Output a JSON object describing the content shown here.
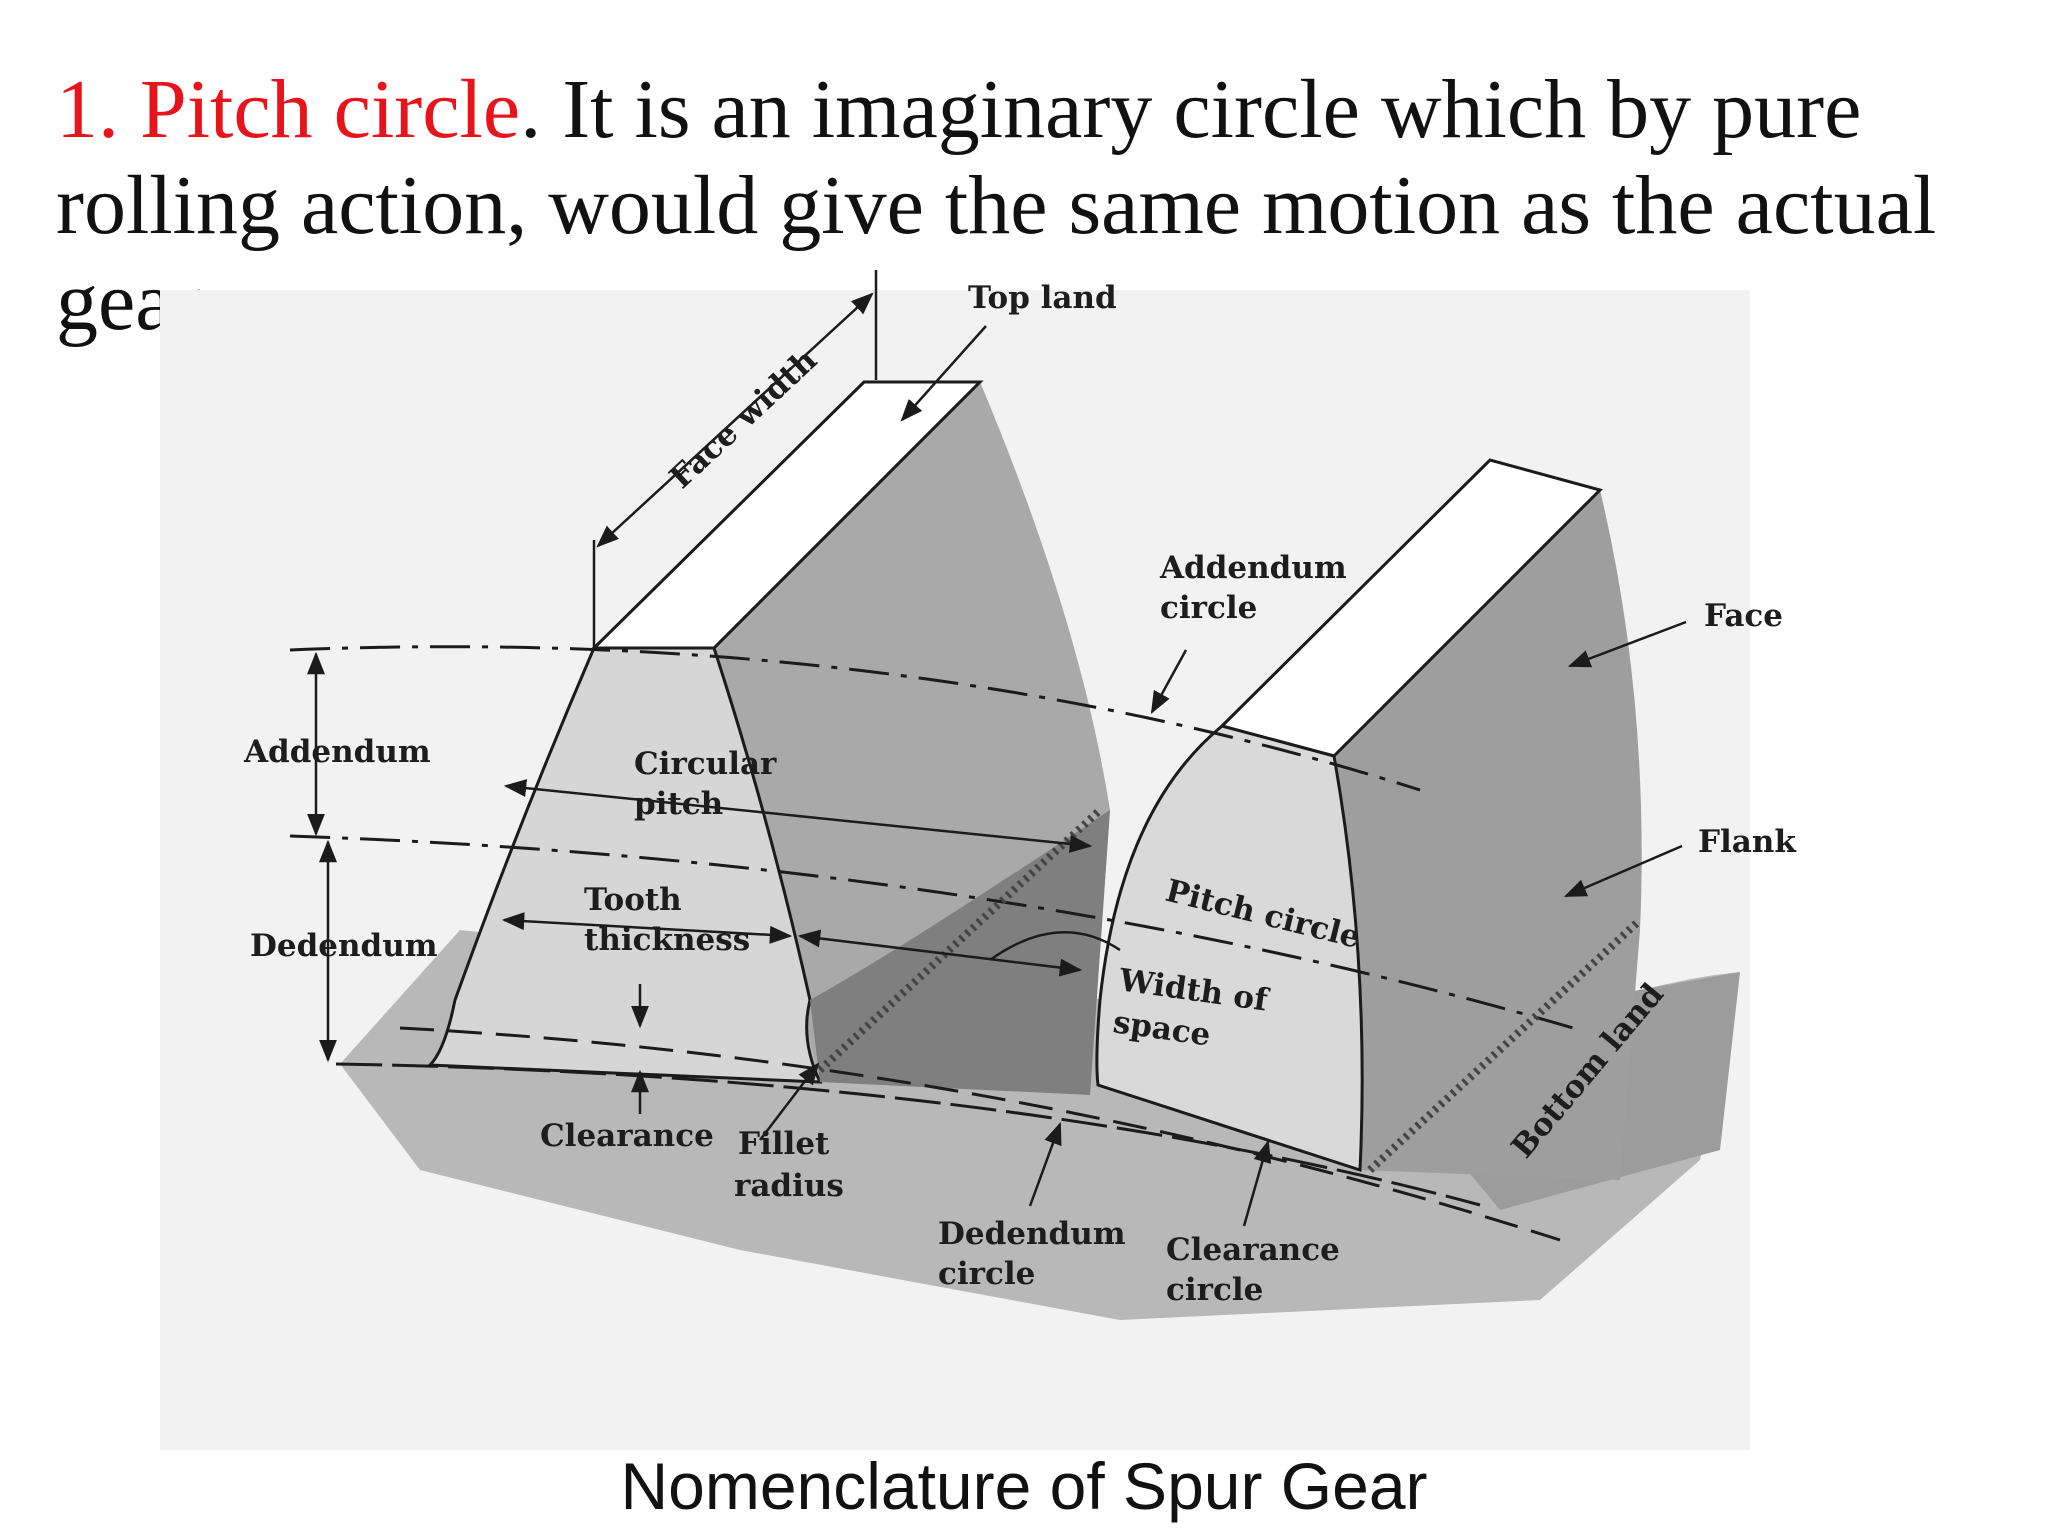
{
  "heading": {
    "term": "1. Pitch circle",
    "text": ". It is an imaginary circle which by pure rolling action, would give the same motion as the actual gear."
  },
  "labels": {
    "top_land": "Top land",
    "face_width": "Face width",
    "addendum_circle_1": "Addendum",
    "addendum_circle_2": "circle",
    "face": "Face",
    "flank": "Flank",
    "addendum": "Addendum",
    "dedendum": "Dedendum",
    "circular_pitch_1": "Circular",
    "circular_pitch_2": "pitch",
    "tooth_thickness_1": "Tooth",
    "tooth_thickness_2": "thickness",
    "pitch_circle": "Pitch circle",
    "width_of_space_1": "Width of",
    "width_of_space_2": "space",
    "clearance": "Clearance",
    "fillet_radius_1": "Fillet",
    "fillet_radius_2": "radius",
    "dedendum_circle_1": "Dedendum",
    "dedendum_circle_2": "circle",
    "clearance_circle_1": "Clearance",
    "clearance_circle_2": "circle",
    "bottom_land": "Bottom land"
  },
  "caption": "Nomenclature of Spur Gear"
}
